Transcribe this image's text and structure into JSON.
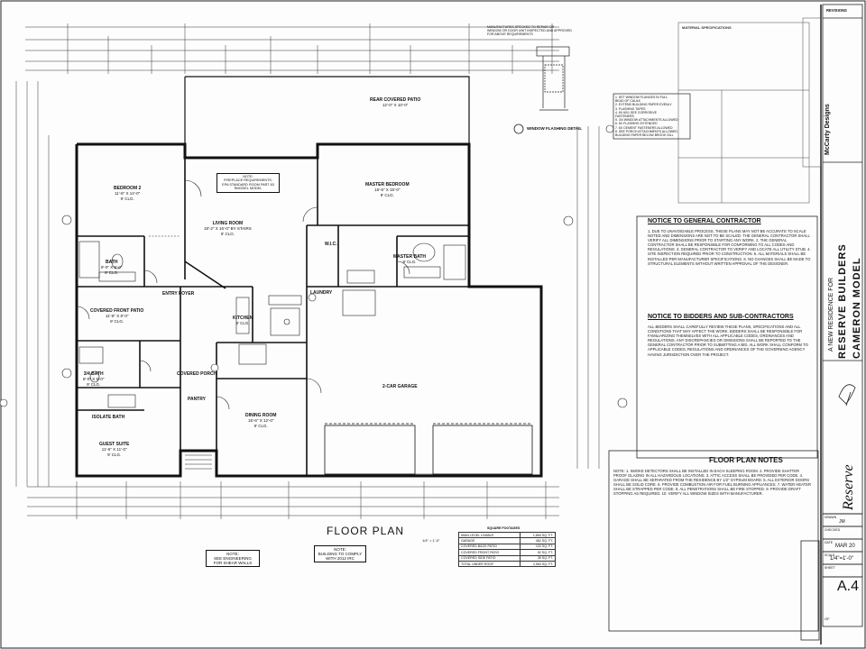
{
  "drawing": {
    "title": "FLOOR PLAN",
    "scale": "1/4\" = 1'-0\"",
    "notes": {
      "shear": "NOTE:\nSEE ENGINEERING\nFOR SHEAR WALLS",
      "code": "NOTE:\nBUILDING TO COMPLY\nWITH 2012 IRC",
      "fireplace": "NOTE:\nFIREPLACE REQUIREMENTS:\nEPA STANDARD ROOM PART 63\nRMODEL MODEL"
    },
    "window_detail_title": "WINDOW FLASHING DETAIL",
    "window_detail_note": "MANUFACTURES SPECKED TO REPAIR OR\nWINDOW OR DOOR UNIT INSPECTED AND APPROVED\nFOR ABOVE REQUIREMENTS",
    "window_specs": [
      "1. SET WINDOW FLANGES IN FULL",
      "BEAD OF CAULK",
      "2. EXTEND BUILDING PAPER EVENLY",
      "3. FLASHING TAPES",
      "4. 6X 60/1 SEE CORROSIVE",
      "FASTENERS",
      "5. 3/4 WINDOW ATTACHMENTS ALLOWED",
      "6. 6X FLASHING EXTENDED",
      "7. 6X CEMENT FASTENERS ALLOWED",
      "8. SEE PORCH ATTACHMENTS ALLOWED",
      "BUILDING PAPER BELOW BROOK SILL"
    ]
  },
  "rooms": [
    {
      "id": "rear-covered-patio",
      "name": "REAR COVERED PATIO",
      "size": "12'-0\" X 10'-0\""
    },
    {
      "id": "bedroom-2",
      "name": "BEDROOM 2",
      "size": "11'-6\" X 14'-0\"",
      "ceil": "9' CLG."
    },
    {
      "id": "living-room",
      "name": "LIVING ROOM",
      "size": "18'-2\" X 16'-0\" BY STAIRS",
      "ceil": "9' CLG."
    },
    {
      "id": "master-bedroom",
      "name": "MASTER BEDROOM",
      "size": "15'-6\" X 15'-0\"",
      "ceil": "9' CLG."
    },
    {
      "id": "bath",
      "name": "BATH",
      "size": "9'-0\" X 5'-0\"",
      "ceil": "9' CLG."
    },
    {
      "id": "master-bath",
      "name": "MASTER BATH",
      "size": "",
      "ceil": "9' CLG."
    },
    {
      "id": "covered-front-patio",
      "name": "COVERED FRONT PATIO",
      "size": "11'-6\" X 8'-0\"",
      "ceil": "9' CLG."
    },
    {
      "id": "entry",
      "name": "ENTRY FOYER",
      "size": "",
      "ceil": ""
    },
    {
      "id": "kitchen",
      "name": "KITCHEN",
      "size": "",
      "ceil": "9' CLG."
    },
    {
      "id": "laundry",
      "name": "LAUNDRY",
      "size": "",
      "ceil": ""
    },
    {
      "id": "wic",
      "name": "W.I.C.",
      "size": "",
      "ceil": ""
    },
    {
      "id": "three-quarter-bath",
      "name": "3/4 BATH",
      "size": "8'-0\" X 5'-0\"",
      "ceil": "9' CLG."
    },
    {
      "id": "covered-porch",
      "name": "COVERED PORCH",
      "size": "",
      "ceil": ""
    },
    {
      "id": "pantry",
      "name": "PANTRY",
      "size": "",
      "ceil": ""
    },
    {
      "id": "isolate-bath",
      "name": "ISOLATE BATH",
      "size": "",
      "ceil": ""
    },
    {
      "id": "guest-suite",
      "name": "GUEST SUITE",
      "size": "11'-6\" X 11'-0\"",
      "ceil": "9' CLG."
    },
    {
      "id": "dining-room",
      "name": "DINING ROOM",
      "size": "15'-6\" X 12'-0\"",
      "ceil": "9' CLG."
    },
    {
      "id": "garage",
      "name": "2-CAR GARAGE",
      "size": "",
      "ceil": ""
    }
  ],
  "area_table": {
    "title": "SQUARE FOOTAGES",
    "rows": [
      [
        "MAIN LEVEL LIVABLE",
        "1,854 SQ. FT."
      ],
      [
        "GARAGE",
        "462 SQ. FT."
      ],
      [
        "COVERED BACK PATIO",
        "120 SQ. FT."
      ],
      [
        "COVERED FRONT PATIO",
        "92 SQ. FT."
      ],
      [
        "COVERED SIDE PATIO",
        "35 SQ. FT."
      ],
      [
        "TOTAL UNDER ROOF",
        "2,563 SQ. FT."
      ]
    ]
  },
  "notices": {
    "general_title": "NOTICE TO GENERAL CONTRACTOR",
    "general_body": "1. DUE TO UNAVOIDABLE PROCESS, THESE PLANS MAY NOT BE ACCURATE TO SCALE NOTED AND DIMENSIONS ARE NOT TO BE SCALED. THE GENERAL CONTRACTOR SHALL VERIFY ALL DIMENSIONS PRIOR TO STARTING ANY WORK. 2. THE GENERAL CONTRACTOR SHALL BE RESPONSIBLE FOR CONFORMING TO ALL CODES AND REGULATIONS. 3. GENERAL CONTRACTOR TO VERIFY AND LOCATE ALL UTILITY STUB. 4. SITE INSPECTION REQUIRED PRIOR TO CONSTRUCTION. 5. ALL MATERIALS SHALL BE INSTALLED PER MANUFACTURER SPECIFICATIONS. 6. NO CHANGES SHALL BE MADE TO STRUCTURAL ELEMENTS WITHOUT WRITTEN APPROVAL OF THE DESIGNER.",
    "bidders_title": "NOTICE TO BIDDERS AND SUB-CONTRACTORS",
    "bidders_body": "ALL BIDDERS SHALL CAREFULLY REVIEW THESE PLANS, SPECIFICATIONS AND ALL CONDITIONS THAT MAY AFFECT THE WORK. BIDDERS SHALL BE RESPONSIBLE FOR FAMILIARIZING THEMSELVES WITH ALL APPLICABLE CODES, ORDINANCES AND REGULATIONS. ANY DISCREPANCIES OR OMISSIONS SHALL BE REPORTED TO THE GENERAL CONTRACTOR PRIOR TO SUBMITTING A BID. ALL WORK SHALL CONFORM TO APPLICABLE CODES, REGULATIONS AND ORDINANCES OF THE GOVERNING AGENCY HAVING JURISDICTION OVER THE PROJECT.",
    "floor_notes_title": "FLOOR PLAN NOTES",
    "floor_notes_body": "NOTE: 1. SMOKE DETECTORS SHALL BE INSTALLED IN EACH SLEEPING ROOM. 2. PROVIDE SHATTER PROOF GLAZING IN ALL HAZARDOUS LOCATIONS. 3. ATTIC ACCESS SHALL BE PROVIDED PER CODE. 4. GARAGE SHALL BE SEPARATED FROM THE RESIDENCE BY 1/2\" GYPSUM BOARD. 5. ALL EXTERIOR DOORS SHALL BE SOLID CORE. 6. PROVIDE COMBUSTION AIR FOR FUEL BURNING APPLIANCES. 7. WATER HEATER SHALL BE STRAPPED PER CODE. 8. ALL PENETRATIONS SHALL BE FIRE STOPPED. 9. PROVIDE DRAFT STOPPING AS REQUIRED. 10. VERIFY ALL WINDOW SIZES WITH MANUFACTURER."
  },
  "title_block": {
    "revisions": "REVISIONS",
    "designer": "McCarty Designs",
    "project_line1": "A NEW RESIDENCE FOR",
    "project_line2": "RESERVE BUILDERS",
    "project_line3": "CAMERON MODEL",
    "logo": "Reserve",
    "drawn_label": "DRAWN",
    "drawn_value": "JM",
    "checked_label": "CHECKED",
    "date_label": "DATE",
    "date_value": "MAR 20",
    "scale_label": "SCALE",
    "scale_value": "1/4\"=1'-0\"",
    "sheet_label": "SHEET",
    "sheet_value": "A.4",
    "of_label": "OF"
  },
  "specs_title": "MATERIAL SPECIFICATIONS"
}
